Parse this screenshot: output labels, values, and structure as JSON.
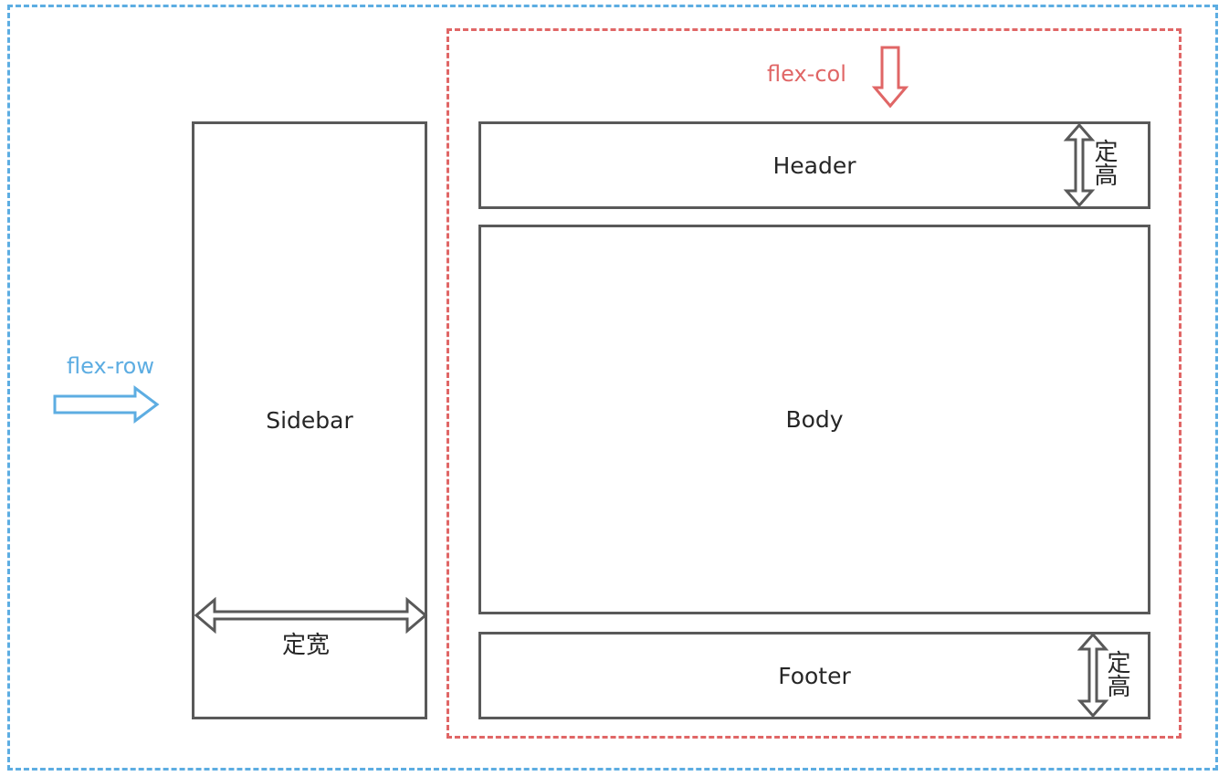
{
  "diagram": {
    "outer_label": "flex-row",
    "inner_label": "flex-col",
    "boxes": {
      "sidebar": "Sidebar",
      "header": "Header",
      "body": "Body",
      "footer": "Footer"
    },
    "fixed_width_label": "定宽",
    "fixed_height_label": "定高"
  },
  "colors": {
    "outer_frame": "#5DADE2",
    "inner_frame": "#E06666",
    "box_border": "#595959",
    "text": "#262626"
  },
  "icons": {
    "flex_row_arrow": "right-outline-arrow-icon",
    "flex_col_arrow": "down-outline-arrow-icon",
    "width_arrow": "double-headed-horizontal-arrow-icon",
    "height_arrow": "double-headed-vertical-arrow-icon"
  }
}
